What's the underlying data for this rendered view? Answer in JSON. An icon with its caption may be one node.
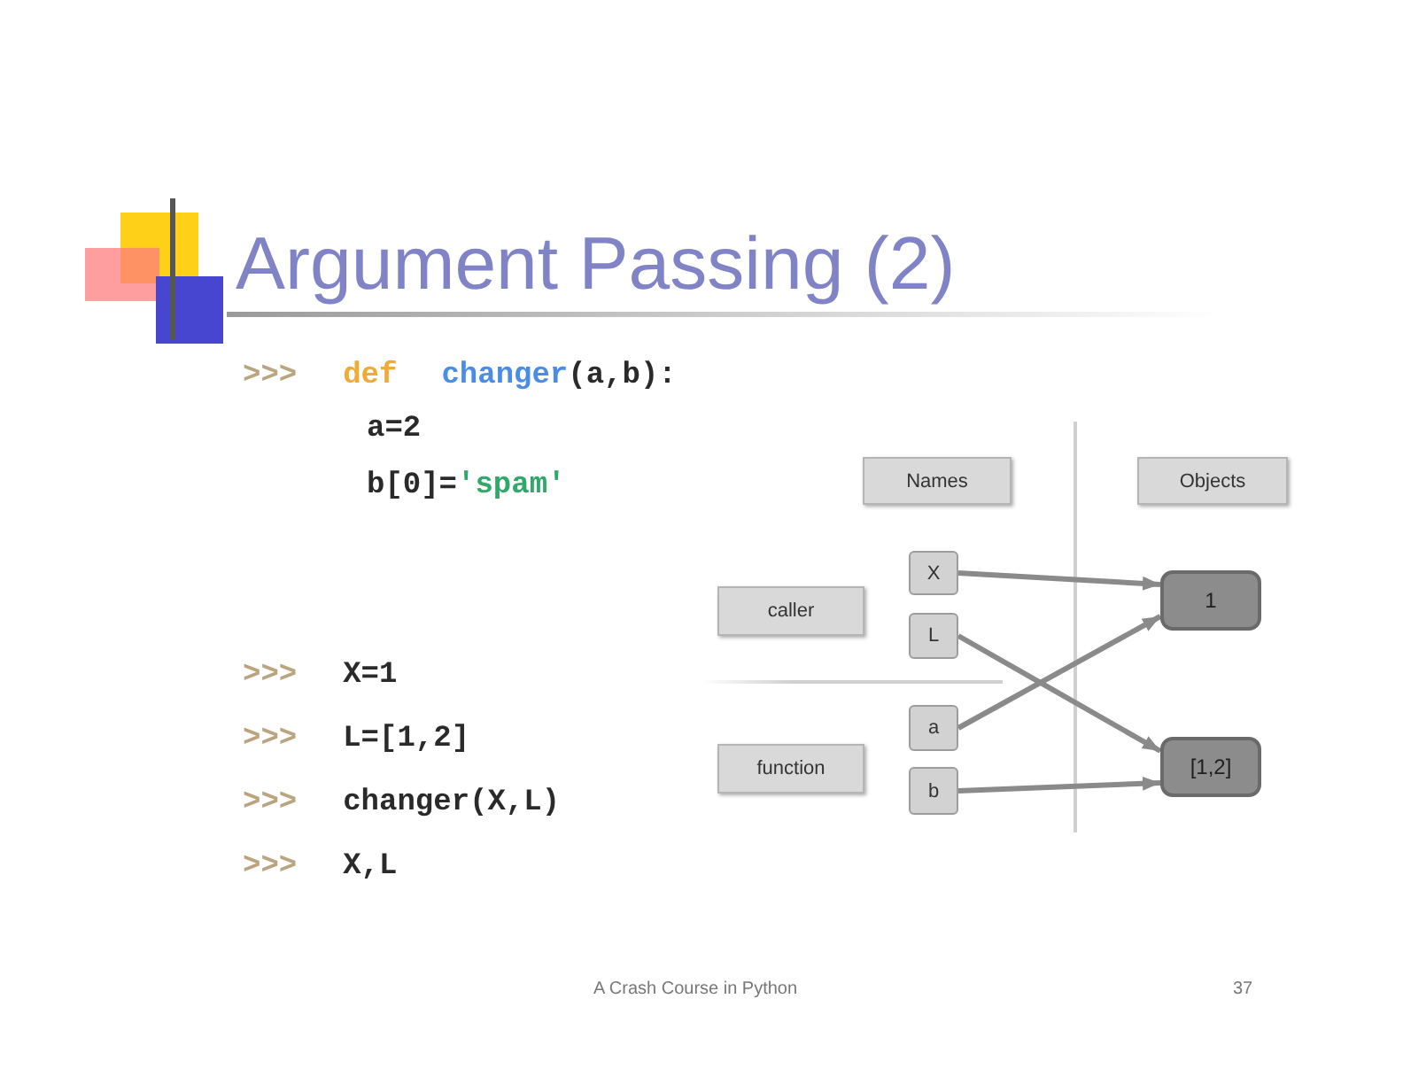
{
  "diagram": {
    "title": "Argument Passing (2)",
    "nodes": [
      {
        "text": [
          "Names"
        ]
      },
      {
        "text": [
          "Objects"
        ]
      },
      {
        "text": [
          "caller"
        ]
      },
      {
        "text": [
          "function"
        ]
      },
      {
        "text": [
          "X"
        ]
      },
      {
        "text": [
          "L"
        ]
      },
      {
        "text": [
          "a"
        ]
      },
      {
        "text": [
          "b"
        ]
      },
      {
        "text": [
          "1"
        ]
      },
      {
        "text": [
          "[1,2]"
        ]
      }
    ],
    "edges": [
      {
        "from": 4,
        "to": 8,
        "arrow": "to"
      },
      {
        "from": 5,
        "to": 9,
        "arrow": "to"
      },
      {
        "from": 6,
        "to": 8,
        "arrow": "to"
      },
      {
        "from": 7,
        "to": 9,
        "arrow": "to"
      }
    ],
    "labels": [
      ">>>",
      "def",
      "changer",
      "(a,b):",
      "a=2",
      "b[0]=",
      "'spam'",
      ">>>",
      "X=1",
      ">>>",
      "L=[1,2]",
      ">>>",
      "changer(X,L)",
      ">>>",
      "X,L",
      "A Crash Course in Python",
      "37"
    ]
  }
}
